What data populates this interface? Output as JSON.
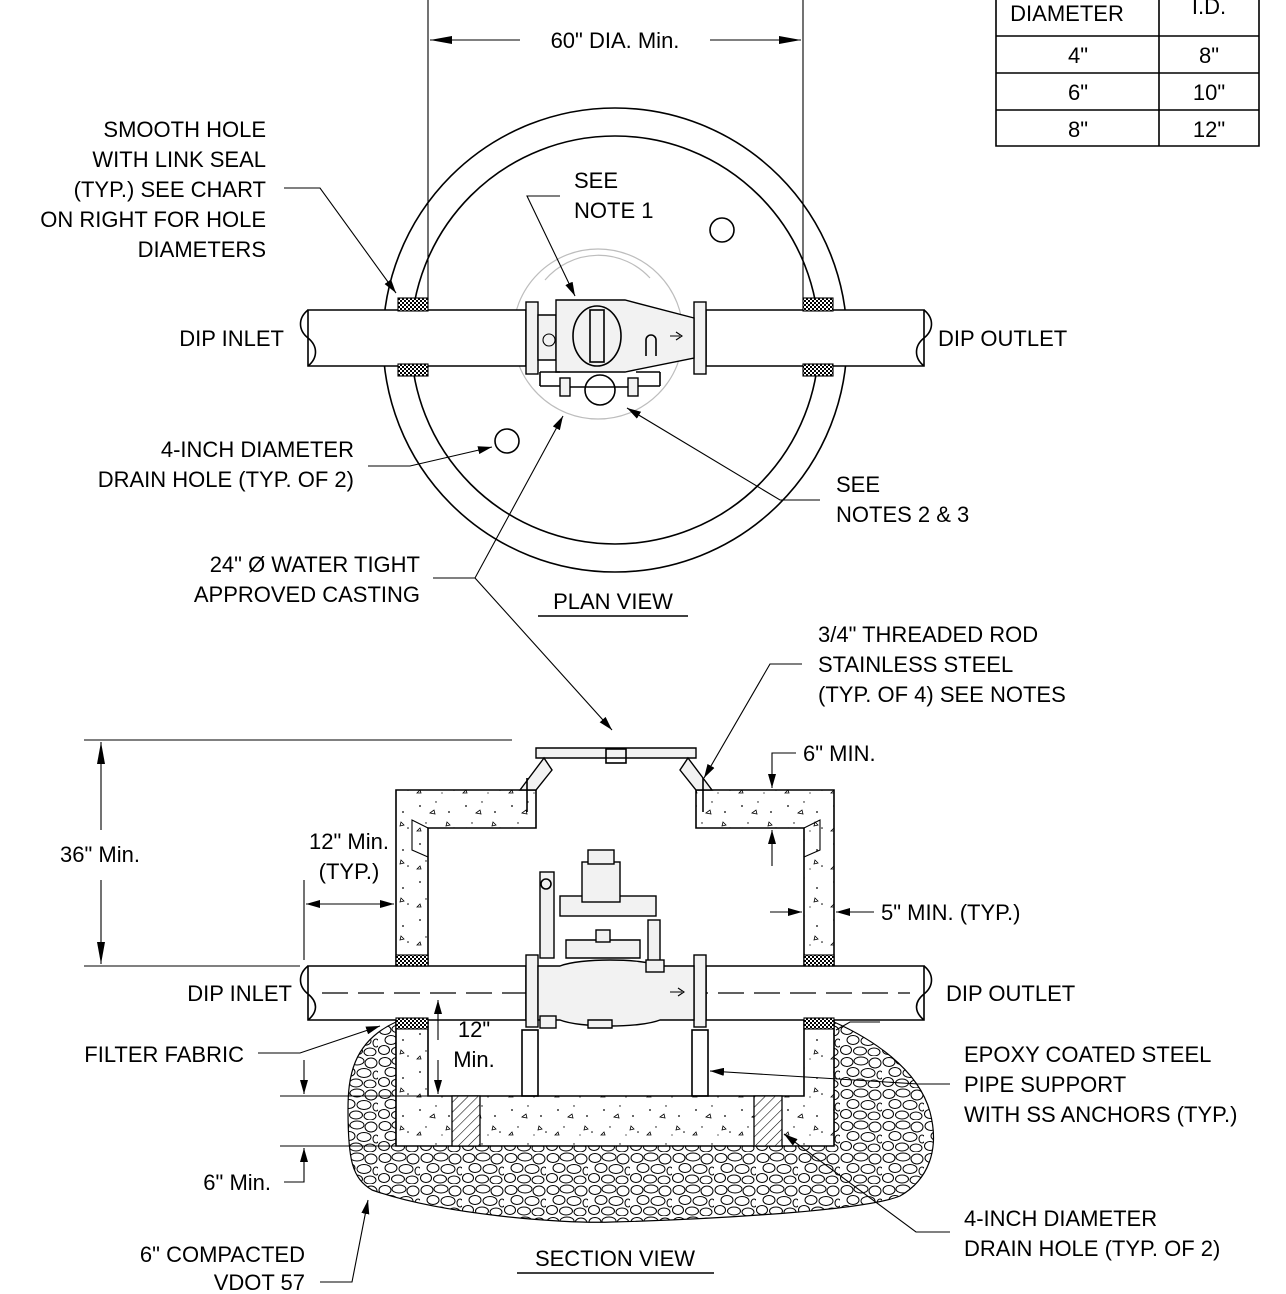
{
  "hole_chart": {
    "headers": [
      "DIAMETER",
      "I.D."
    ],
    "rows": [
      [
        "4\"",
        "8\""
      ],
      [
        "6\"",
        "10\""
      ],
      [
        "8\"",
        "12\""
      ]
    ]
  },
  "plan": {
    "title": "PLAN VIEW",
    "dia_dim": "60\" DIA. Min.",
    "smooth_hole": [
      "SMOOTH HOLE",
      "WITH LINK SEAL",
      "(TYP.) SEE CHART",
      "ON RIGHT FOR HOLE",
      "DIAMETERS"
    ],
    "see_note_1": [
      "SEE",
      "NOTE 1"
    ],
    "inlet": "DIP INLET",
    "outlet": "DIP OUTLET",
    "drain_hole": [
      "4-INCH DIAMETER",
      "DRAIN HOLE (TYP. OF 2)"
    ],
    "see_notes_23": [
      "SEE",
      "NOTES 2 & 3"
    ],
    "casting": [
      "24\" Ø WATER TIGHT",
      "APPROVED CASTING"
    ]
  },
  "section": {
    "title": "SECTION VIEW",
    "threaded_rod": [
      "3/4\" THREADED ROD",
      "STAINLESS STEEL",
      "(TYP. OF 4) SEE NOTES"
    ],
    "six_min_top": "6\" MIN.",
    "depth_36": "36\" Min.",
    "wall_12": [
      "12\" Min.",
      "(TYP.)"
    ],
    "wall_5": "5\" MIN. (TYP.)",
    "inlet": "DIP INLET",
    "outlet": "DIP OUTLET",
    "filter_fabric": "FILTER FABRIC",
    "clear_12": [
      "12\"",
      "Min."
    ],
    "epoxy": [
      "EPOXY COATED STEEL",
      "PIPE SUPPORT",
      "WITH SS ANCHORS (TYP.)"
    ],
    "six_min_bottom": "6\" Min.",
    "drain_hole": [
      "4-INCH DIAMETER",
      "DRAIN HOLE (TYP. OF 2)"
    ],
    "compacted": [
      "6\" COMPACTED",
      "VDOT 57"
    ]
  }
}
